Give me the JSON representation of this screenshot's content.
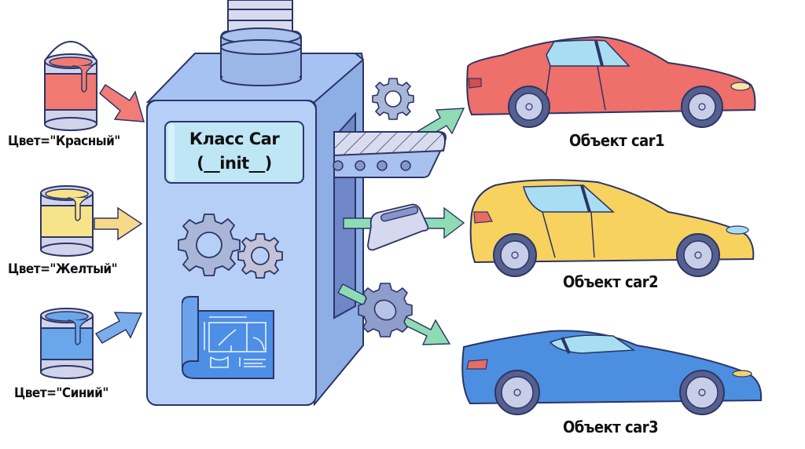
{
  "diagram": {
    "type": "class-to-objects-illustration",
    "machine": {
      "screen_line1": "Класс Car",
      "screen_line2": "(__init__)",
      "body_color": "#b3cdf5",
      "outline_color": "#2c3566"
    },
    "inputs": [
      {
        "label": "Цвет=\"Красный\"",
        "paint_color": "#f07a72",
        "arrow_color": "#f27c76"
      },
      {
        "label": "Цвет=\"Желтый\"",
        "paint_color": "#f7e48a",
        "arrow_color": "#f8d98a"
      },
      {
        "label": "Цвет=\"Синий\"",
        "paint_color": "#6aa6ea",
        "arrow_color": "#7aaeea"
      }
    ],
    "outputs": [
      {
        "label": "Объект car1",
        "car_type": "sedan",
        "car_color": "#ef6f6a"
      },
      {
        "label": "Объект car2",
        "car_type": "hatchback",
        "car_color": "#f7d25f"
      },
      {
        "label": "Объект car3",
        "car_type": "sports-coupe",
        "car_color": "#4c8fe0"
      }
    ],
    "output_arrow_color": "#8fdcb4"
  }
}
